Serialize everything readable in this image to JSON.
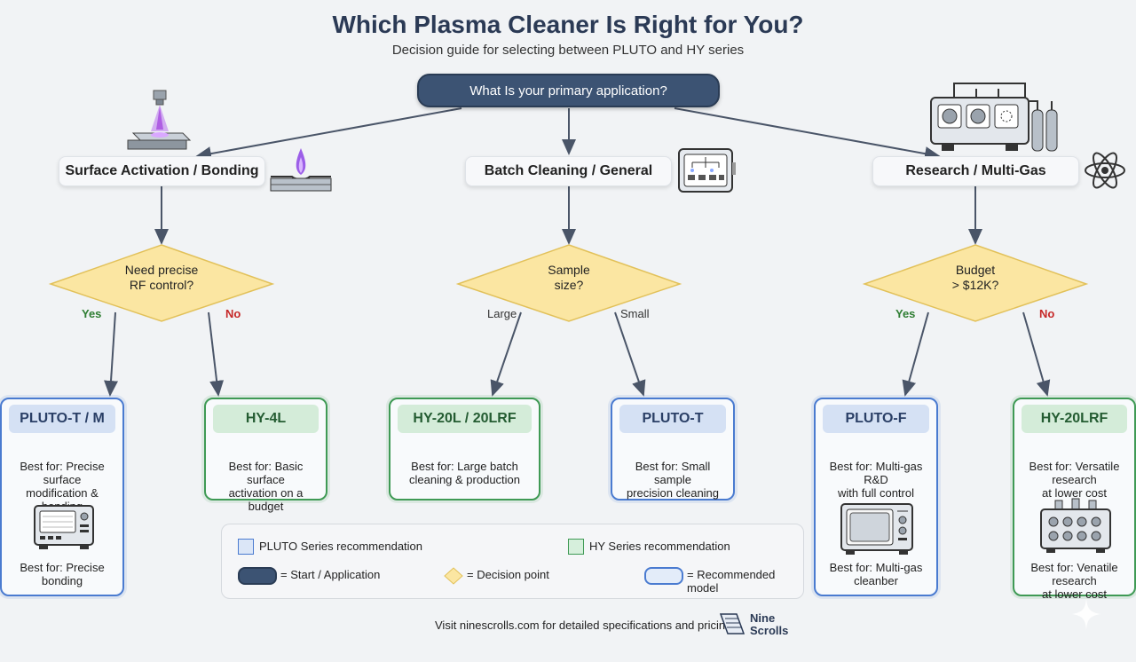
{
  "title": "Which Plasma Cleaner Is Right for You?",
  "subtitle": "Decision guide for selecting between PLUTO and HY series",
  "start": "What Is your primary application?",
  "categories": [
    "Surface Activation / Bonding",
    "Batch Cleaning / General",
    "Research / Multi-Gas"
  ],
  "decisions": [
    {
      "line1": "Need precise",
      "line2": "RF control?",
      "left": "Yes",
      "right": "No"
    },
    {
      "line1": "Sample",
      "line2": "size?",
      "left": "Large",
      "right": "Small"
    },
    {
      "line1": "Budget",
      "line2": "> $12K?",
      "left": "Yes",
      "right": "No"
    }
  ],
  "cards": [
    {
      "name": "PLUTO-T / M",
      "best1": "Best for: Precise surface",
      "best2": "modification & bonding",
      "best3": "Best for: Precise",
      "best4": "bonding"
    },
    {
      "name": "HY-4L",
      "best1": "Best for: Basic surface",
      "best2": "activation on a budget"
    },
    {
      "name": "HY-20L / 20LRF",
      "best1": "Best for: Large batch",
      "best2": "cleaning & production"
    },
    {
      "name": "PLUTO-T",
      "best1": "Best for: Small sample",
      "best2": "precision cleaning"
    },
    {
      "name": "PLUTO-F",
      "best1": "Best for: Multi-gas R&D",
      "best2": "with full control",
      "best3": "Best for: Multi-gas",
      "best4": "cleanber"
    },
    {
      "name": "HY-20LRF",
      "best1": "Best for: Versatile research",
      "best2": "at lower cost",
      "best3": "Best for: Venatile research",
      "best4": "at lower cost"
    }
  ],
  "legend": {
    "pluto": "PLUTO Series recommendation",
    "hy": "HY Series recommendation",
    "start": "= Start / Application",
    "decision": "= Decision point",
    "model": "= Recommended model"
  },
  "footer": "Visit ninescrolls.com for detailed specifications and pricing",
  "brand": {
    "line1": "Nine",
    "line2": "Scrolls"
  },
  "colors": {
    "pluto": "#4a7bd0",
    "hy": "#3f9a55",
    "start": "#3c5373",
    "decision": "#fbe6a2",
    "yes": "#2e7d32",
    "no": "#c62828"
  },
  "icons": [
    "plasma-nozzle-icon",
    "plasma-flame-icon",
    "batch-chamber-icon",
    "gas-system-icon",
    "atom-icon",
    "plasma-cleaner-machine-icon",
    "microwave-chamber-icon",
    "multi-knob-unit-icon",
    "sparkle-icon"
  ]
}
